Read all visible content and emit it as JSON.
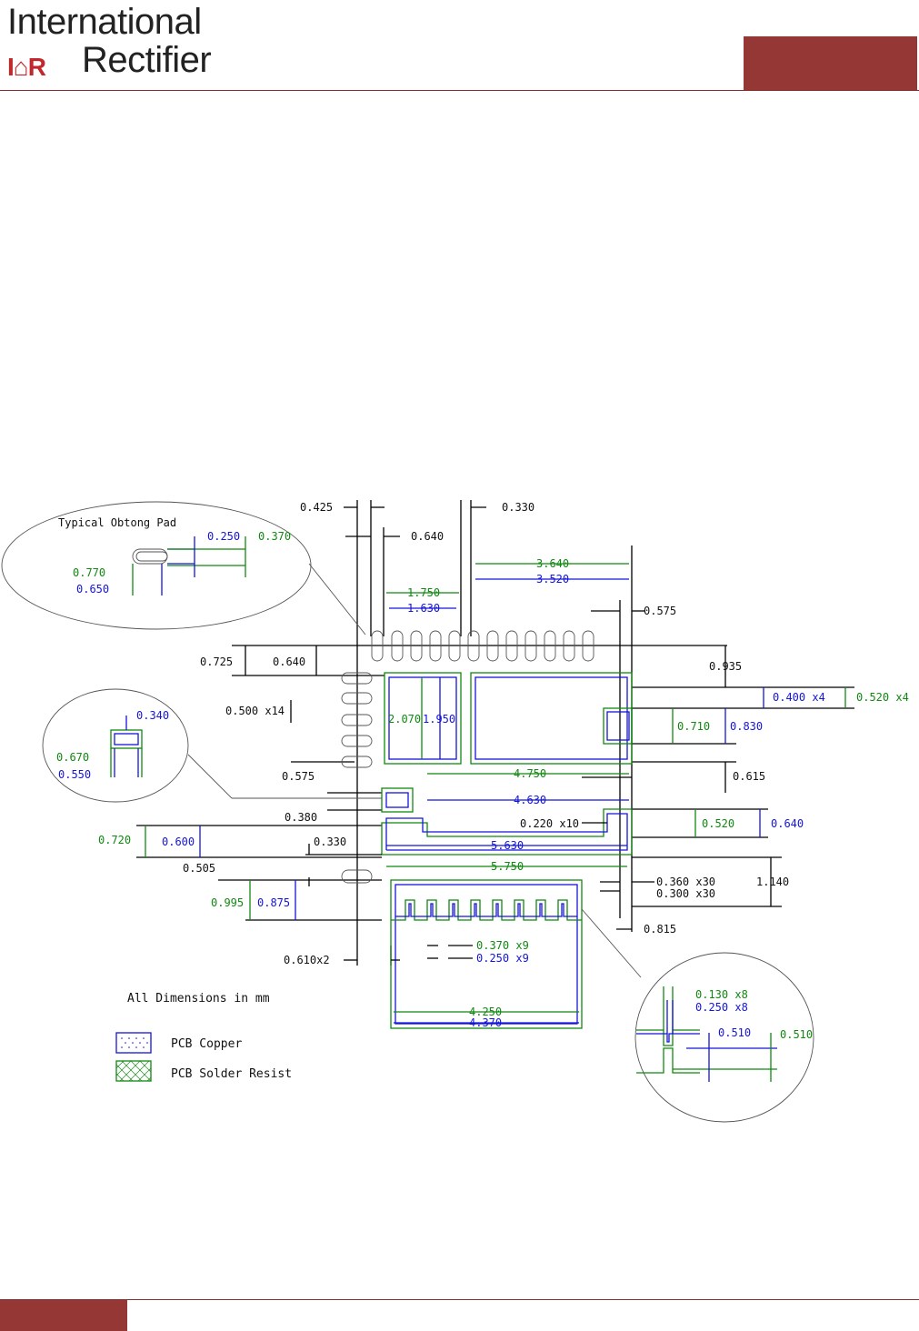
{
  "header": {
    "logo_line1": "International",
    "logo_mark": "I⌂R",
    "logo_line2": "Rectifier"
  },
  "drawing": {
    "note_units": "All Dimensions in mm",
    "legend": [
      {
        "label": "PCB Copper",
        "color": "#1515d8"
      },
      {
        "label": "PCB Solder Resist",
        "color": "#118811"
      }
    ],
    "detail_obtong": {
      "title": "Typical Obtong Pad",
      "d1": "0.250",
      "d2": "0.370",
      "d3": "0.770",
      "d4": "0.650"
    },
    "detail_small": {
      "d1": "0.340",
      "d2": "0.670",
      "d3": "0.550"
    },
    "detail_finger": {
      "d1": "0.130 x8",
      "d2": "0.250 x8",
      "d3": "0.510",
      "d4": "0.510"
    },
    "dims": {
      "d0425": "0.425",
      "d0330a": "0.330",
      "d0640a": "0.640",
      "d3640": "3.640",
      "d3520": "3.520",
      "d1750": "1.750",
      "d1630": "1.630",
      "d0575a": "0.575",
      "d0725": "0.725",
      "d0640b": "0.640",
      "d0935": "0.935",
      "d0400x4": "0.400 x4",
      "d0520x4": "0.520 x4",
      "d0500x14": "0.500 x14",
      "d2070": "2.070",
      "d1950": "1.950",
      "d0710": "0.710",
      "d0830": "0.830",
      "d0575b": "0.575",
      "d4750": "4.750",
      "d0615": "0.615",
      "d4630": "4.630",
      "d0380": "0.380",
      "d0220x10": "0.220 x10",
      "d0520": "0.520",
      "d0640c": "0.640",
      "d0720": "0.720",
      "d0600": "0.600",
      "d0330b": "0.330",
      "d5630": "5.630",
      "d0505": "0.505",
      "d5750": "5.750",
      "d0360x30": "0.360 x30",
      "d0300x30": "0.300 x30",
      "d1140": "1.140",
      "d0995": "0.995",
      "d0875": "0.875",
      "d0815": "0.815",
      "d0370x9": "0.370 x9",
      "d0250x9": "0.250 x9",
      "d0610x2": "0.610x2",
      "d4250": "4.250",
      "d4370": "4.370"
    }
  }
}
